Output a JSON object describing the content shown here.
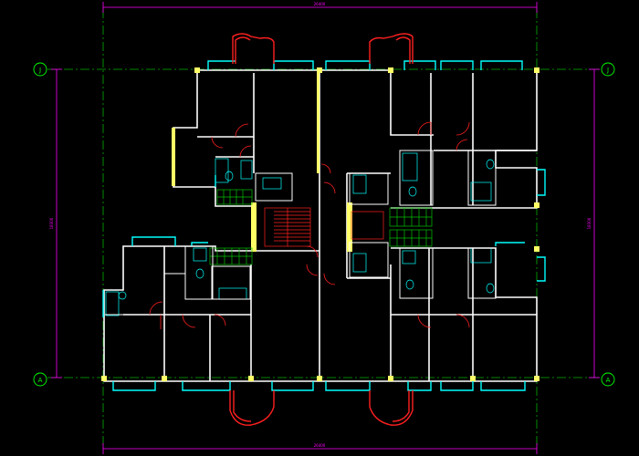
{
  "drawing": {
    "colors": {
      "background": "#000000",
      "grid": "#00c000",
      "wall": "#ffffff",
      "window": "#00ffff",
      "door": "#ff0000",
      "column": "#ffff66",
      "dimension": "#ff00ff",
      "hatch": "#00c000",
      "stair": "#ff2020"
    },
    "axes": {
      "top_left": "J",
      "top_right": "J",
      "bottom_left": "A",
      "bottom_right": "A"
    },
    "dimensions": {
      "top": "26400",
      "bottom": "26400",
      "left": "18300",
      "right": "18300"
    }
  }
}
